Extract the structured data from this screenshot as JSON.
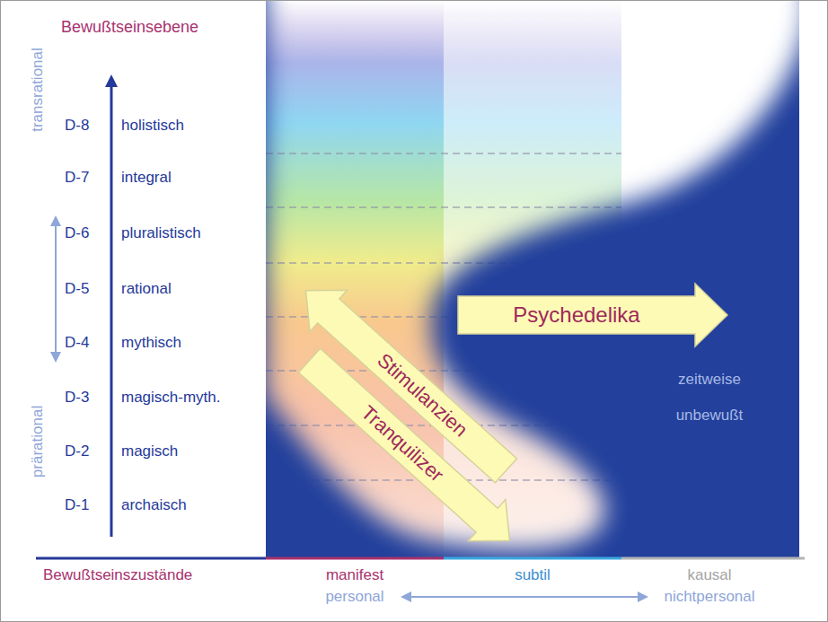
{
  "diagram": {
    "nodes": [
      {
        "text": [
          "Psychedelika"
        ]
      },
      {
        "text": [
          "Stimulanzien"
        ]
      },
      {
        "text": [
          "Tranquilizer"
        ]
      }
    ],
    "labels": [
      "Bewußtseinsebene",
      "transrational",
      "D-8",
      "holistisch",
      "D-7",
      "integral",
      "D-6",
      "pluralistisch",
      "D-5",
      "rational",
      "D-4",
      "mythisch",
      "D-3",
      "magisch-myth.",
      "prärational",
      "D-2",
      "magisch",
      "D-1",
      "archaisch",
      "zeitweise unbewußt",
      "Bewußtseinszustände",
      "manifest",
      "subtil",
      "kausal",
      "personal",
      "nichtpersonal"
    ]
  }
}
